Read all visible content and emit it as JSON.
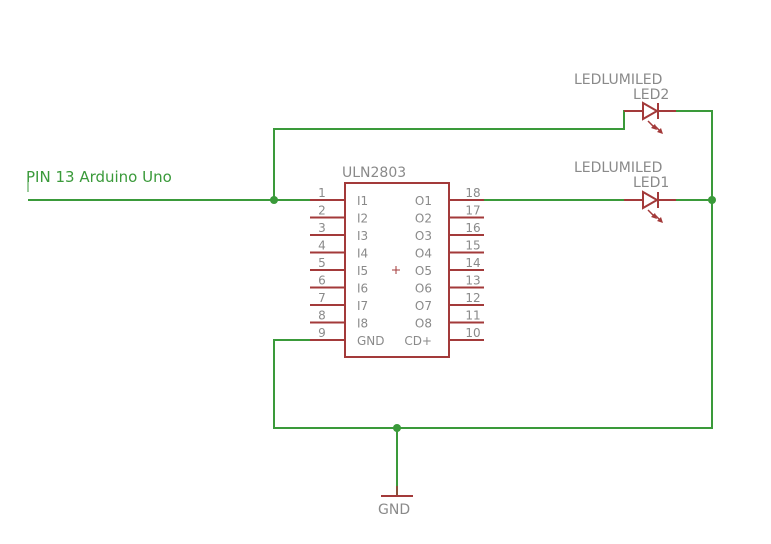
{
  "net_label": "PIN 13 Arduino Uno",
  "ic": {
    "name": "ULN2803",
    "left_pins": [
      "1",
      "2",
      "3",
      "4",
      "5",
      "6",
      "7",
      "8",
      "9"
    ],
    "left_names": [
      "I1",
      "I2",
      "I3",
      "I4",
      "I5",
      "I6",
      "I7",
      "I8",
      "GND"
    ],
    "right_pins": [
      "18",
      "17",
      "16",
      "15",
      "14",
      "13",
      "12",
      "11",
      "10"
    ],
    "right_names": [
      "O1",
      "O2",
      "O3",
      "O4",
      "O5",
      "O6",
      "O7",
      "O8",
      "CD+"
    ]
  },
  "leds": [
    {
      "value": "LEDLUMILED",
      "name": "LED2"
    },
    {
      "value": "LEDLUMILED",
      "name": "LED1"
    }
  ],
  "ground_label": "GND",
  "colors": {
    "wire": "#3a9a3a",
    "part": "#a33a3a",
    "text": "#8a8a8a"
  }
}
